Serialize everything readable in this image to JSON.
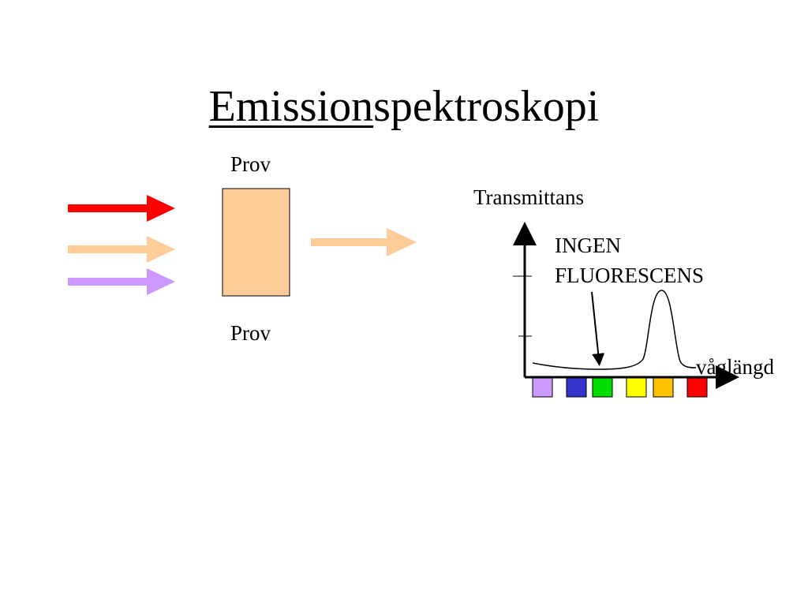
{
  "title": {
    "underlined_part": "Emission",
    "rest": "spektroskopi"
  },
  "sample": {
    "label_top": "Prov",
    "label_bottom": "Prov",
    "color": "#FFCC99"
  },
  "incoming_arrows": [
    {
      "name": "red",
      "color": "#FF0000"
    },
    {
      "name": "peach",
      "color": "#FFCC99"
    },
    {
      "name": "violet",
      "color": "#CC99FF"
    }
  ],
  "outgoing_arrow": {
    "color": "#FFCC99"
  },
  "graph": {
    "y_label": "Transmittans",
    "x_label": "våglängd",
    "annotation_line1": "INGEN",
    "annotation_line2": "FLUORESCENS"
  },
  "color_swatches": [
    "#CC99FF",
    "#3333CC",
    "#00DD00",
    "#FFFF00",
    "#FFC000",
    "#FF0000"
  ]
}
